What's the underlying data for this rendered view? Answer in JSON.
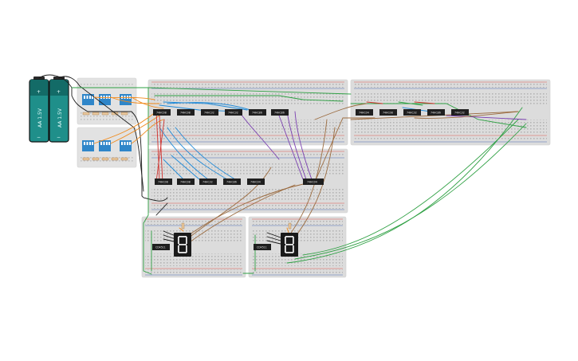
{
  "batteries": [
    {
      "plus": "+",
      "minus": "−",
      "label": "AA 1.5V"
    },
    {
      "plus": "+",
      "minus": "−",
      "label": "AA 1.5V"
    }
  ],
  "chips": {
    "board1_top": [
      "74HC08",
      "74HC08",
      "74HC32",
      "74HC32",
      "74HC86",
      "74HC86"
    ],
    "board2_top": [
      "74HC04",
      "74HC08",
      "74HC32",
      "74HC86",
      "74HC32",
      "74HC08"
    ],
    "board3": [
      "74HC08",
      "74HC08",
      "74HC32",
      "74HC86",
      "74HC04"
    ],
    "board3_right": "74HC04"
  },
  "displays": [
    {
      "driver_label": "CD4511",
      "digit": "8"
    },
    {
      "driver_label": "CD4511",
      "digit": "8"
    }
  ],
  "colors": {
    "breadboard": "#dcdcdc",
    "wire_green": "#2ea043",
    "wire_blue": "#1f8ad8",
    "wire_orange": "#f08a1c",
    "wire_purple": "#7a3fb0",
    "wire_brown": "#9b6b3f",
    "wire_red": "#d0312d",
    "wire_black": "#1a1a1a",
    "battery": "#1f8f8a"
  },
  "icons": {
    "battery": "battery-icon",
    "dip_switch": "dip-switch-icon",
    "seven_segment": "seven-segment-display-icon"
  }
}
